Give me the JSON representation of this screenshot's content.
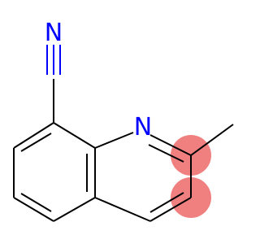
{
  "molecule": {
    "atoms": [
      {
        "id": "N_nitrile",
        "label": "N",
        "color": "#0000ff"
      },
      {
        "id": "N_ring",
        "label": "N",
        "color": "#0000ff"
      }
    ],
    "highlight_color": "#f08080",
    "bond_color": "#000000"
  }
}
